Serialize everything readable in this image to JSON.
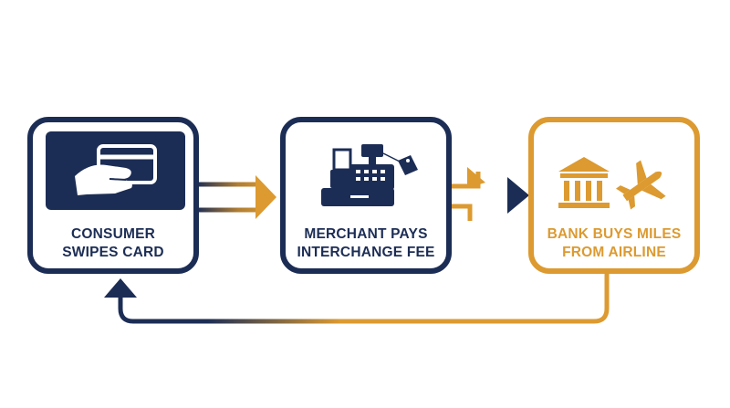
{
  "steps": [
    {
      "line1": "CONSUMER",
      "line2": "SWIPES CARD",
      "icon": "hand-card-icon",
      "color": "#1c2d55"
    },
    {
      "line1": "MERCHANT PAYS",
      "line2": "INTERCHANGE FEE",
      "icon": "cash-register-icon",
      "color": "#1c2d55"
    },
    {
      "line1": "BANK BUYS MILES",
      "line2": "FROM AIRLINE",
      "icon": "bank-airplane-icon",
      "color": "#dc9a30"
    }
  ],
  "colors": {
    "navy": "#1c2d55",
    "gold": "#dc9a30",
    "background": "#ffffff"
  }
}
